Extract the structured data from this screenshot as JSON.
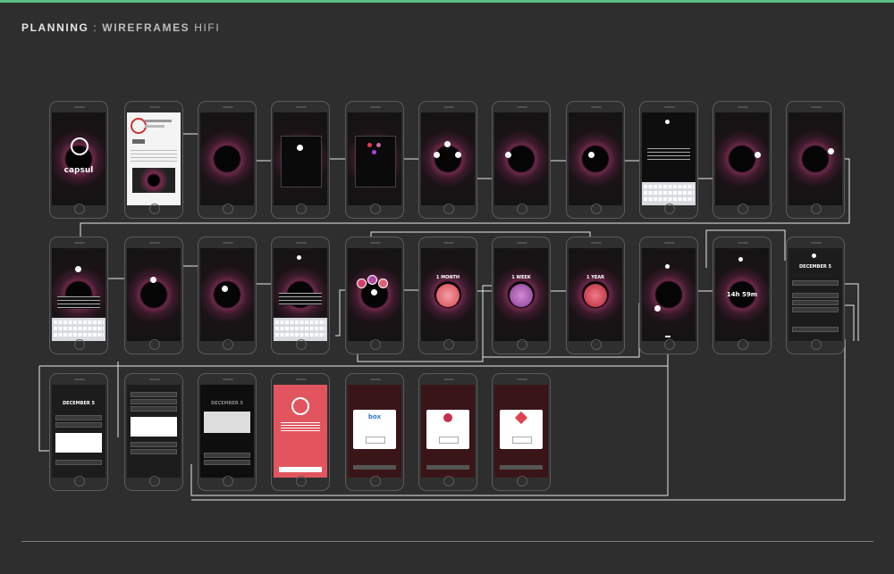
{
  "header": {
    "title_bold": "PLANNING",
    "title_sep": " : ",
    "title_light_bold": "WIREFRAMES",
    "title_light": " HIFI"
  },
  "labels": {
    "brand": "capsul",
    "date_heading": "DECEMBER 5",
    "duration_month": "1 MONTH",
    "duration_week": "1 WEEK",
    "duration_year": "1 YEAR",
    "countdown": "14h 59m",
    "box_label": "box"
  },
  "colors": {
    "accent_green": "#5bbf83",
    "background": "#2e2e2e"
  }
}
